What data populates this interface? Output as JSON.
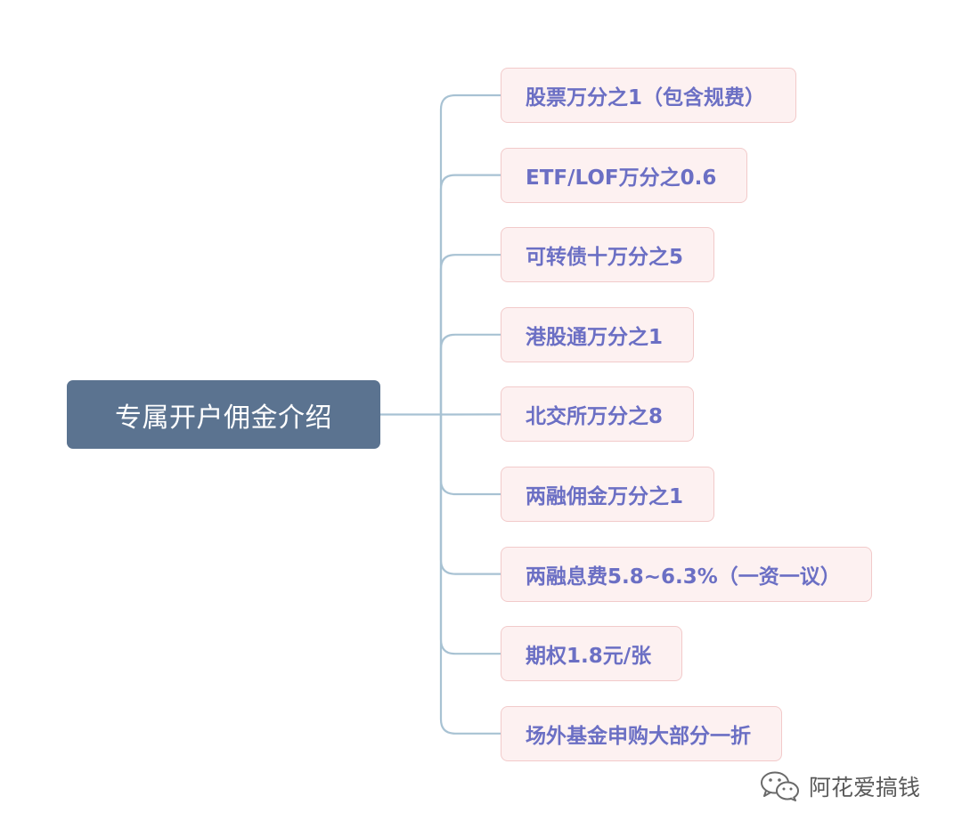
{
  "root": {
    "label": "专属开户佣金介绍"
  },
  "children": [
    {
      "label": "股票万分之1（包含规费）"
    },
    {
      "label": "ETF/LOF万分之0.6"
    },
    {
      "label": "可转债十万分之5"
    },
    {
      "label": "港股通万分之1"
    },
    {
      "label": "北交所万分之8"
    },
    {
      "label": "两融佣金万分之1"
    },
    {
      "label": "两融息费5.8~6.3%（一资一议）"
    },
    {
      "label": "期权1.8元/张"
    },
    {
      "label": "场外基金申购大部分一折"
    }
  ],
  "watermark": {
    "icon": "wechat-icon",
    "text": "阿花爱搞钱"
  },
  "colors": {
    "root_bg": "#5b7390",
    "root_text": "#ffffff",
    "child_bg": "#fdf1f1",
    "child_border": "#f2caca",
    "child_text": "#6b6fc4",
    "connector": "#a8c2d3",
    "watermark_text": "#5a5a5a"
  }
}
